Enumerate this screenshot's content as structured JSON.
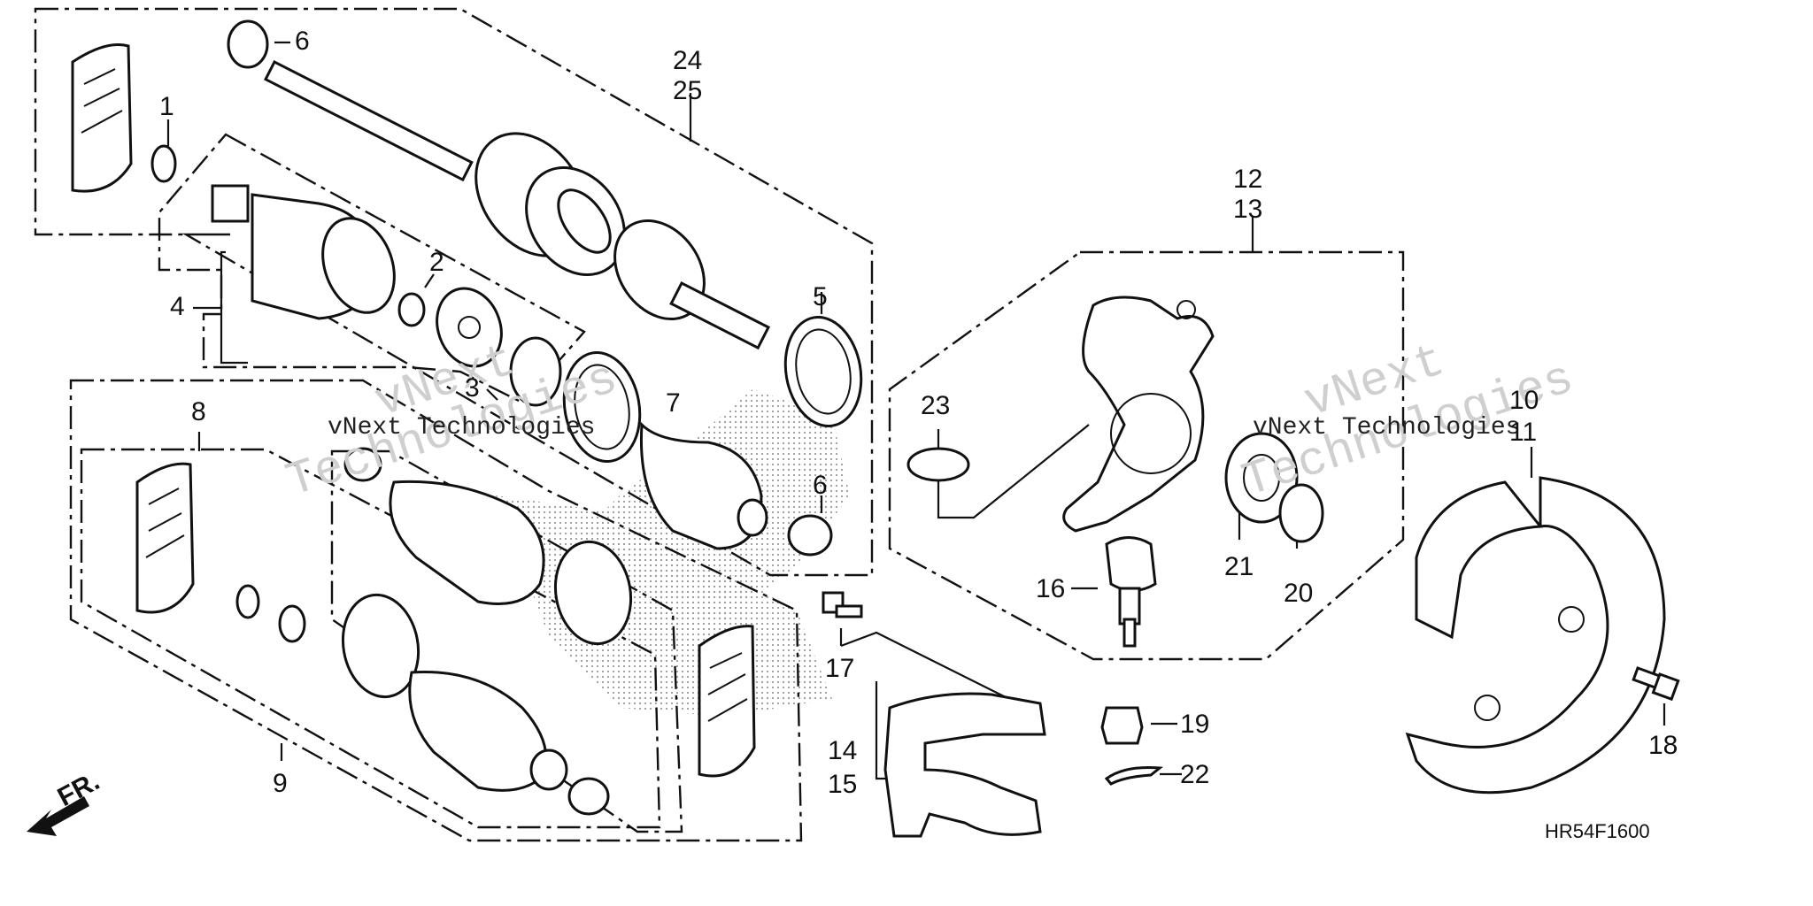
{
  "callouts": {
    "c1": "1",
    "c2": "2",
    "c3": "3",
    "c4": "4",
    "c5": "5",
    "c6a": "6",
    "c6b": "6",
    "c7": "7",
    "c8": "8",
    "c9": "9",
    "c10": "10",
    "c11": "11",
    "c12": "12",
    "c13": "13",
    "c14": "14",
    "c15": "15",
    "c16": "16",
    "c17": "17",
    "c18": "18",
    "c19": "19",
    "c20": "20",
    "c21": "21",
    "c22": "22",
    "c23": "23",
    "c24": "24",
    "c25": "25"
  },
  "direction_label": "FR.",
  "diagram_code": "HR54F1600",
  "watermark": {
    "company_name": "vNext Technologies",
    "line1": "vNext",
    "line2": "Technologies"
  },
  "colors": {
    "ink": "#111111",
    "background": "#ffffff",
    "watermark": "#cfcfcf"
  }
}
